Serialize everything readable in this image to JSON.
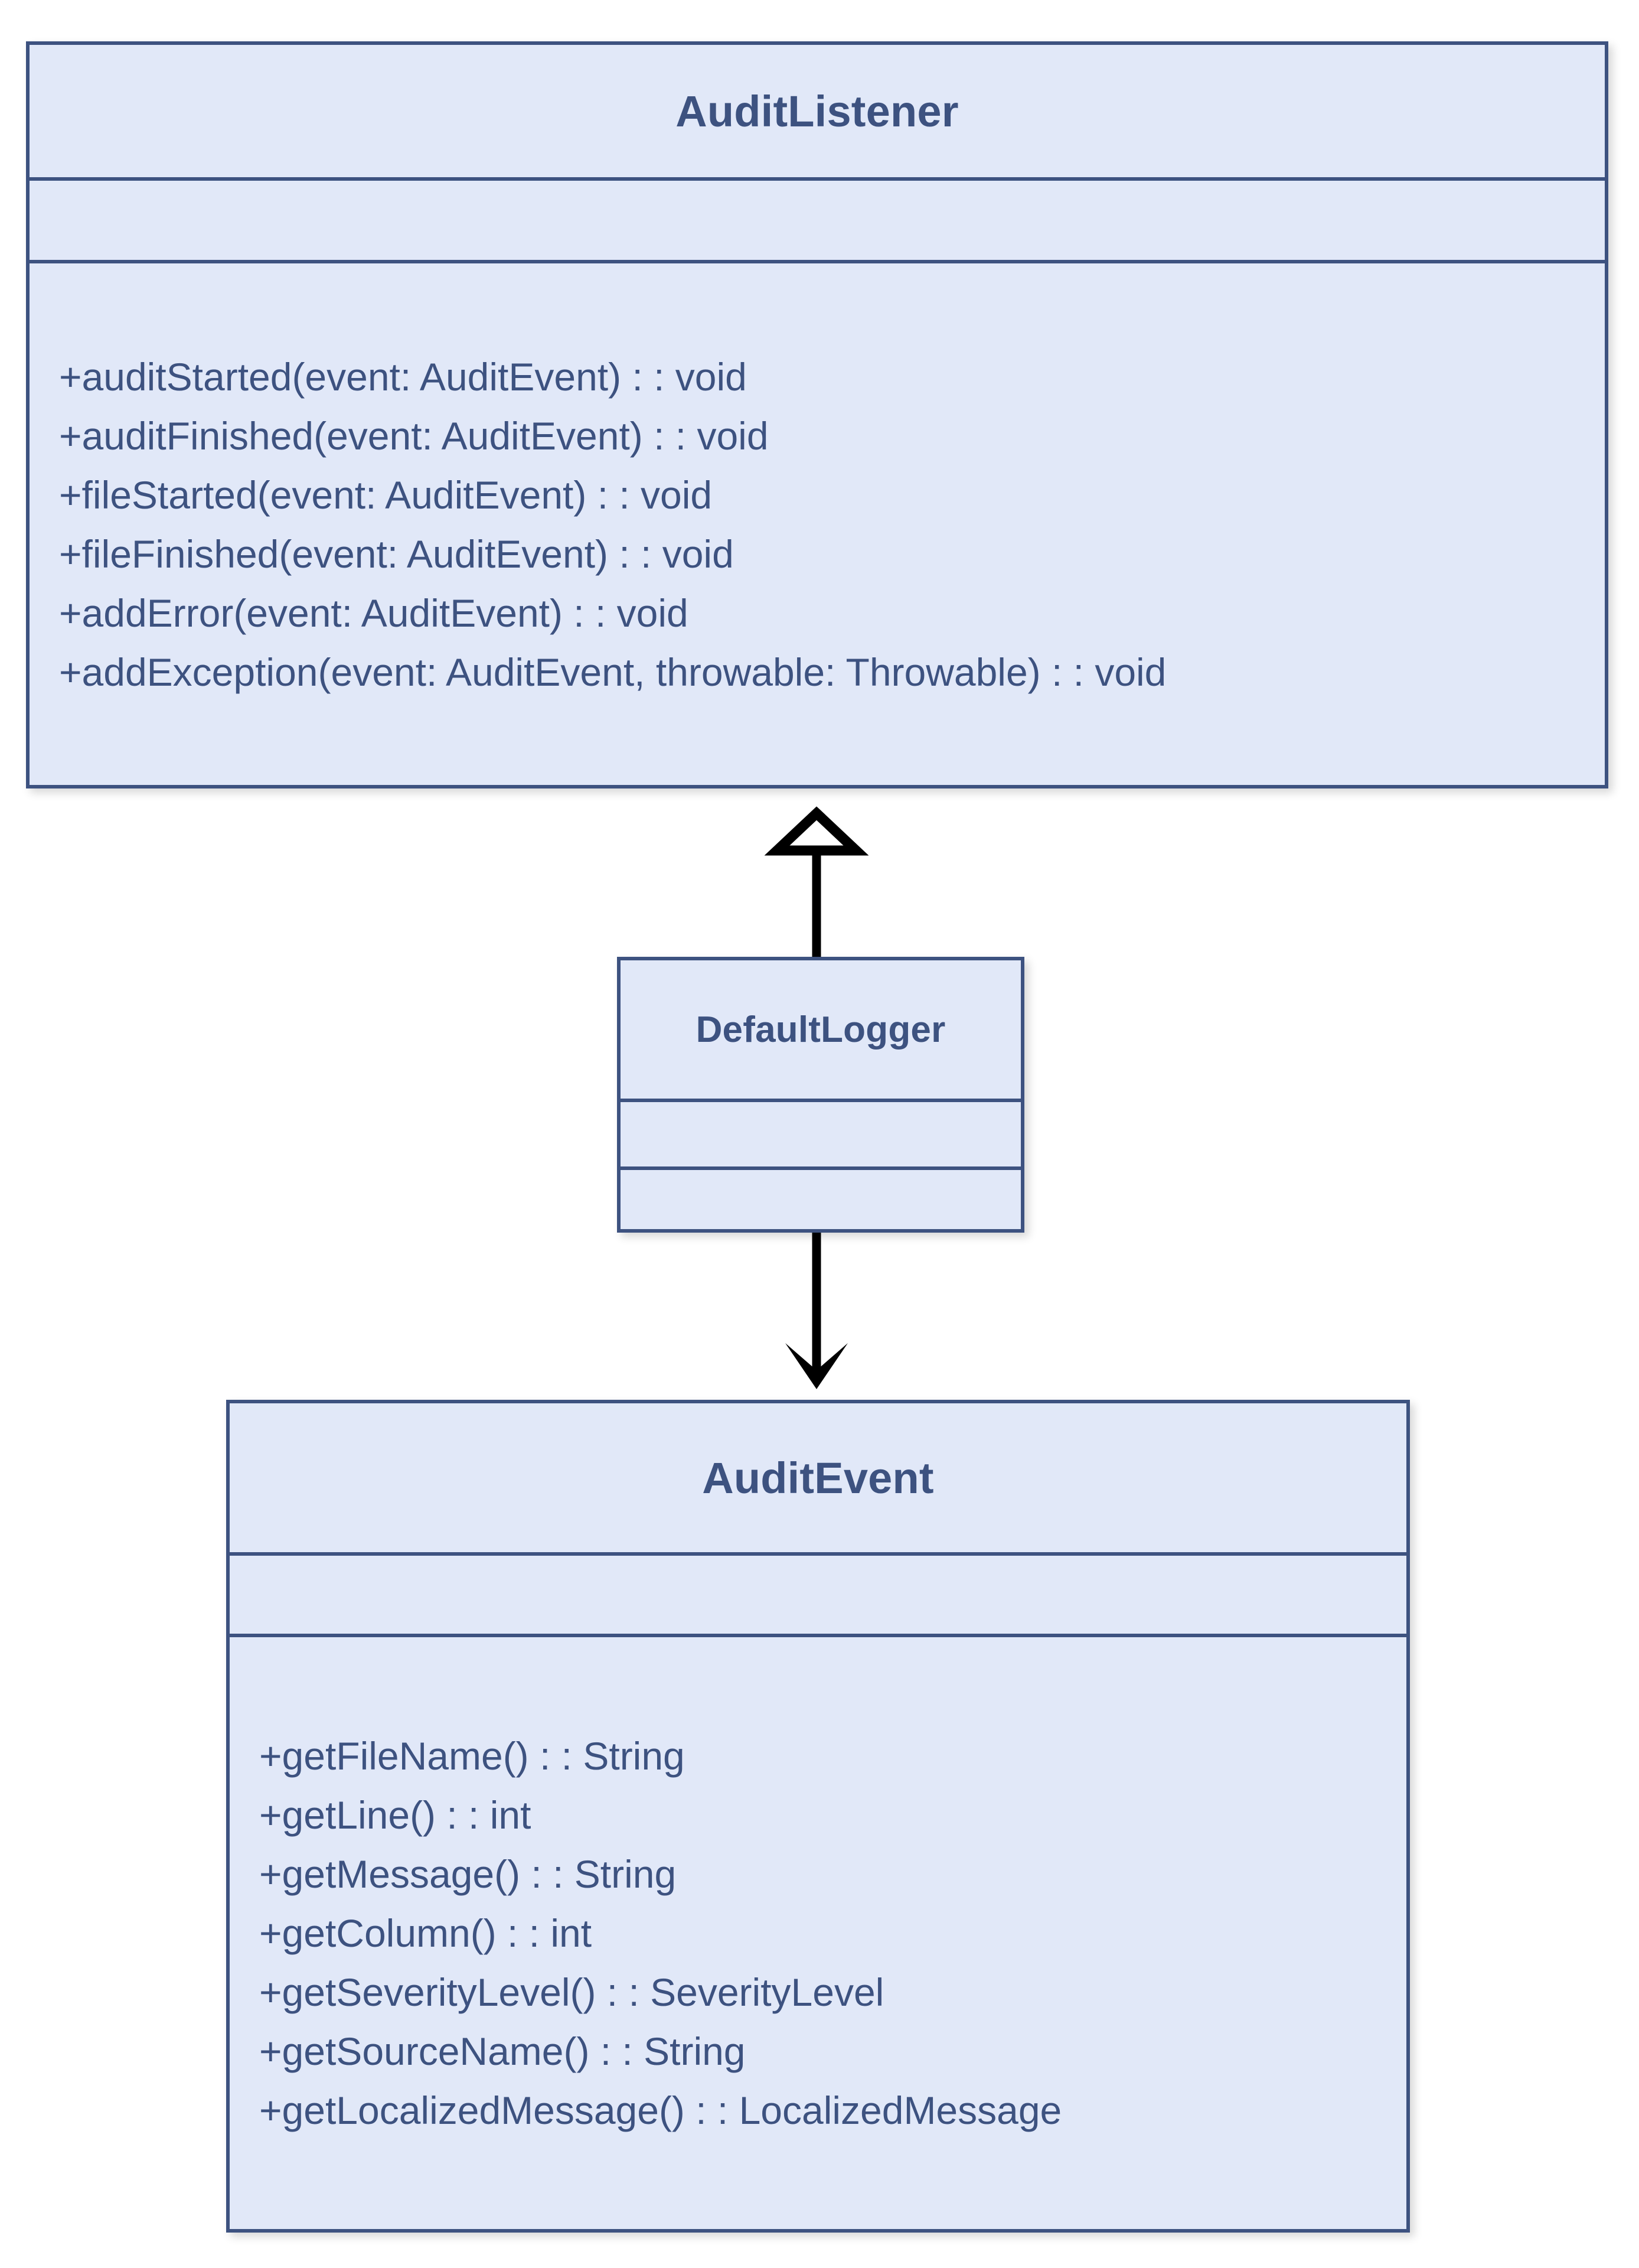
{
  "diagram": {
    "type": "uml-class-diagram",
    "background_color": "#ffffff",
    "class_fill_color": "#e1e8f8",
    "class_border_color": "#3d5280",
    "text_color": "#3d5280",
    "connector_color": "#000000"
  },
  "classes": [
    {
      "id": "audit-listener",
      "name": "AuditListener",
      "attributes": [],
      "methods": [
        "+auditStarted(event: AuditEvent) : : void",
        "+auditFinished(event: AuditEvent) : : void",
        "+fileStarted(event: AuditEvent) : : void",
        "+fileFinished(event: AuditEvent) : : void",
        "+addError(event: AuditEvent) : : void",
        "+addException(event: AuditEvent, throwable: Throwable) : : void"
      ]
    },
    {
      "id": "default-logger",
      "name": "DefaultLogger",
      "attributes": [],
      "methods": []
    },
    {
      "id": "audit-event",
      "name": "AuditEvent",
      "attributes": [],
      "methods": [
        "+getFileName() : : String",
        "+getLine() : : int",
        "+getMessage() : : String",
        "+getColumn() : : int",
        "+getSeverityLevel() : : SeverityLevel",
        "+getSourceName() : : String",
        "+getLocalizedMessage() : : LocalizedMessage"
      ]
    }
  ],
  "relationships": [
    {
      "id": "generalization-defaultlogger-auditlistener",
      "kind": "generalization",
      "from": "DefaultLogger",
      "to": "AuditListener",
      "arrowhead": "hollow-triangle",
      "label": ""
    },
    {
      "id": "dependency-defaultlogger-auditevent",
      "kind": "dependency",
      "from": "DefaultLogger",
      "to": "AuditEvent",
      "arrowhead": "open-arrow",
      "label": ""
    }
  ]
}
